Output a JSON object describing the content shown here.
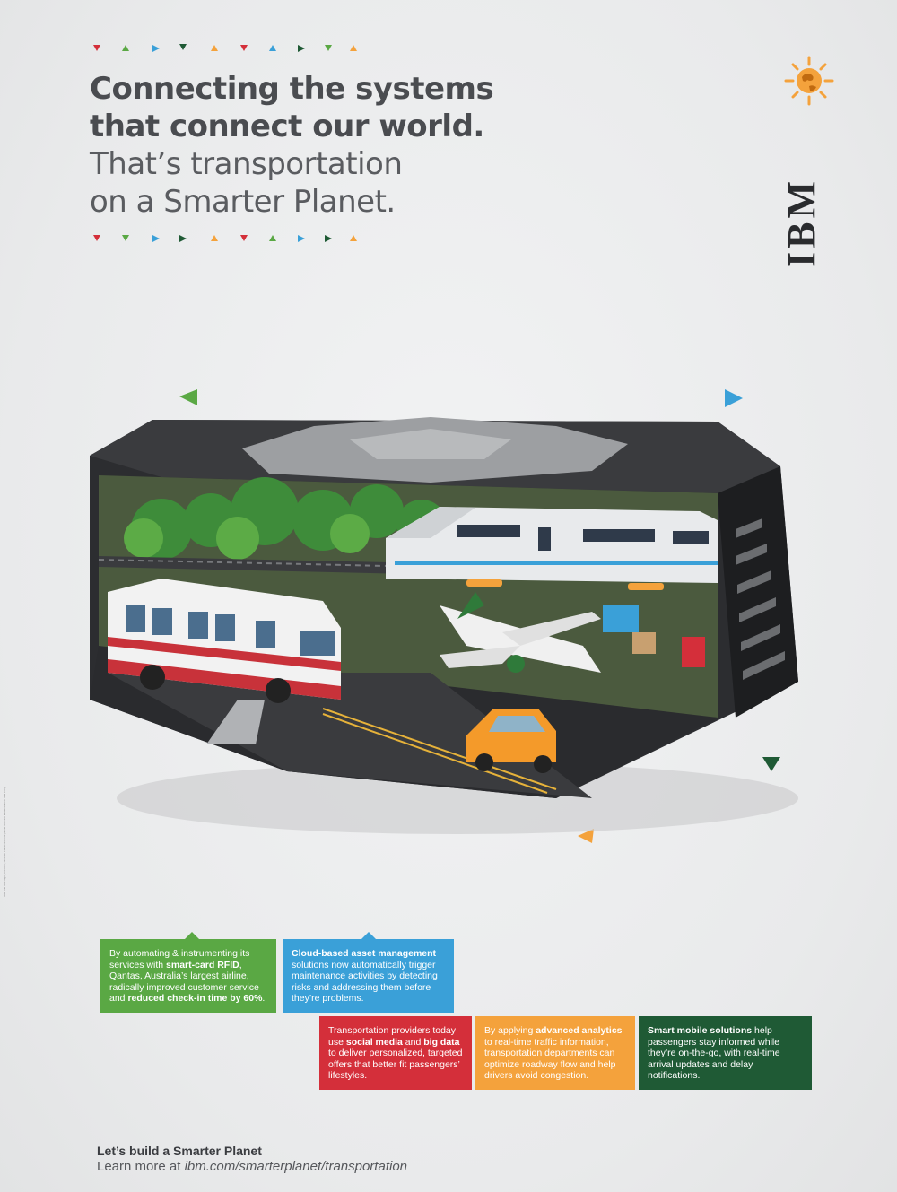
{
  "headline": {
    "line1": "Connecting the systems",
    "line2": "that connect our world.",
    "line3": "That’s transportation",
    "line4": "on a Smarter Planet."
  },
  "logo": {
    "text": "IBM",
    "icon": "smarter-planet-globe-icon"
  },
  "colors": {
    "green": "#5aa844",
    "blue": "#3aa0d8",
    "red": "#d42f3a",
    "orange": "#f4a23c",
    "dark_green": "#1f5a35"
  },
  "boxes": {
    "green": {
      "t1": "By automating & instrumenting its services with ",
      "b1": "smart-card RFID",
      "t2": ", Qantas, Australia’s largest airline, radically improved customer service and ",
      "b2": "reduced check-in time by 60%",
      "t3": "."
    },
    "blue": {
      "b1": "Cloud-based asset management",
      "t1": " solutions now automatically trigger maintenance activities by detecting risks and addressing them before they’re problems."
    },
    "red": {
      "t1": "Transportation providers today use ",
      "b1": "social media",
      "t2": " and ",
      "b2": "big data",
      "t3": " to deliver personalized, targeted offers that better fit passengers’ lifestyles."
    },
    "orange": {
      "t1": "By applying ",
      "b1": "advanced analytics",
      "t2": " to real-time traffic information, transportation departments can optimize roadway flow and help drivers avoid congestion."
    },
    "dgreen": {
      "b1": "Smart mobile solutions",
      "t1": " help passengers stay informed while they’re on-the-go, with real-time arrival updates and delay notifications."
    }
  },
  "footer": {
    "line1": "Let’s build a Smarter Planet",
    "prefix": "Learn more at ",
    "url": "ibm.com/smarterplanet/transportation"
  }
}
